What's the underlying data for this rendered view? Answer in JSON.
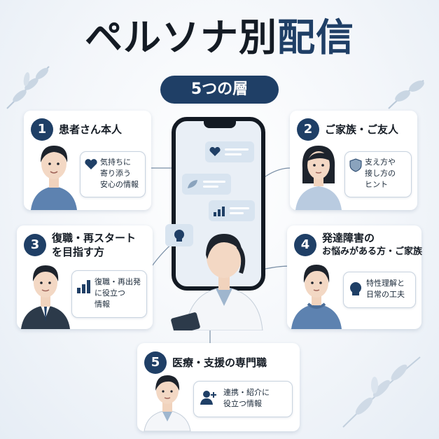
{
  "title": {
    "part1": "ペルソナ別",
    "part2": "配信"
  },
  "subtitle": "5つの層",
  "personas": [
    {
      "number": "1",
      "title": "患者さん本人",
      "message": [
        "気持ちに",
        "寄り添う",
        "安心の情報"
      ],
      "icon": "heart-icon"
    },
    {
      "number": "2",
      "title": "ご家族・ご友人",
      "message": [
        "支え方や",
        "接し方の",
        "ヒント"
      ],
      "icon": "shield-icon"
    },
    {
      "number": "3",
      "title_lines": [
        "復職・再スタート",
        "を目指す方"
      ],
      "message": [
        "復職・再出発",
        "に役立つ",
        "情報"
      ],
      "icon": "bar-chart-icon"
    },
    {
      "number": "4",
      "title_lines": [
        "発達障害の",
        "お悩みがある方・ご家族"
      ],
      "message": [
        "特性理解と",
        "日常の工夫"
      ],
      "icon": "head-icon"
    },
    {
      "number": "5",
      "title": "医療・支援の専門職",
      "message": [
        "連携・紹介に",
        "役立つ情報"
      ],
      "icon": "add-user-icon"
    }
  ],
  "colors": {
    "navy": "#1f3f66",
    "light_blue": "#9fb6ce",
    "card": "#ffffff"
  }
}
